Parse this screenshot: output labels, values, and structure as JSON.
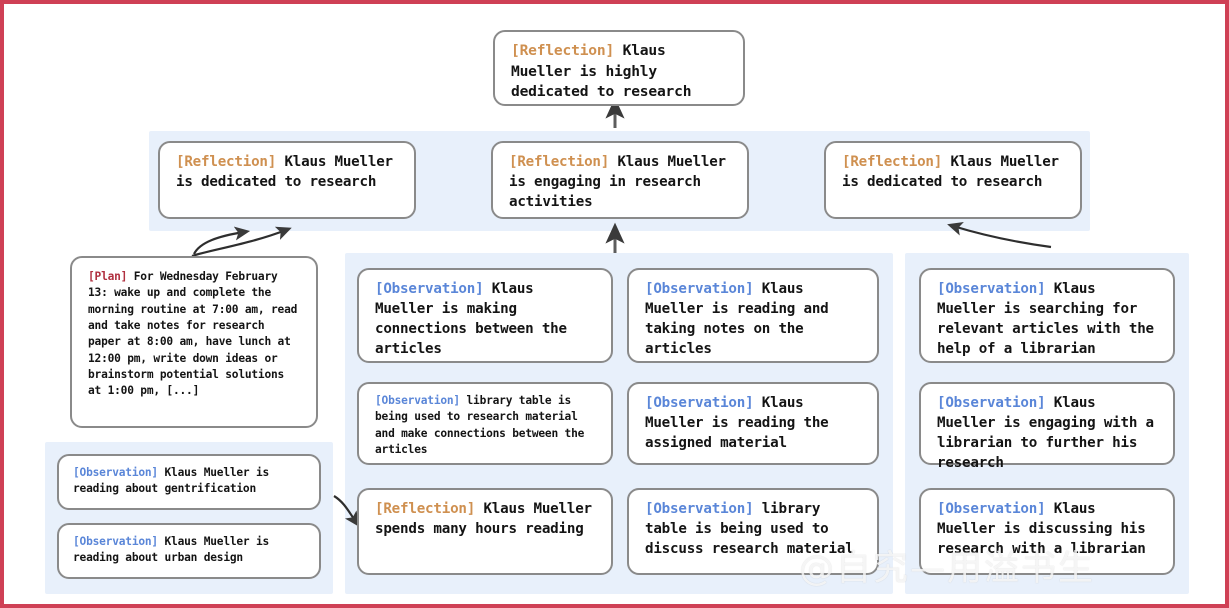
{
  "frame": {
    "border_color": "#cf4055",
    "background": "#ffffff"
  },
  "colors": {
    "panel_blue": "#e8f0fb",
    "card_border": "#8a8a8a",
    "reflection_tag": "#cf9050",
    "observation_tag": "#5a86d8",
    "plan_tag": "#b03040"
  },
  "tags": {
    "reflection": "[Reflection]",
    "observation": "[Observation]",
    "plan": "[Plan]"
  },
  "top": {
    "card": {
      "tag": "[Reflection]",
      "text": "Klaus Mueller is highly dedicated to research"
    }
  },
  "reflections_row": [
    {
      "tag": "[Reflection]",
      "text": "Klaus Mueller is dedicated to research"
    },
    {
      "tag": "[Reflection]",
      "text": "Klaus Mueller is engaging in research activities"
    },
    {
      "tag": "[Reflection]",
      "text": "Klaus Mueller is dedicated to research"
    }
  ],
  "plan_card": {
    "tag": "[Plan]",
    "text": "For Wednesday February 13: wake up and complete the morning routine at 7:00 am, read and take notes for research paper at 8:00 am, have lunch at 12:00 pm, write down ideas or brainstorm potential solutions at 1:00 pm, [...]"
  },
  "bottom_left_panel": [
    {
      "tag": "[Observation]",
      "text": "Klaus Mueller is reading about gentrification"
    },
    {
      "tag": "[Observation]",
      "text": "Klaus Mueller is reading about urban design"
    }
  ],
  "column_one": [
    {
      "tag": "[Observation]",
      "text": "Klaus Mueller is making connections between the articles"
    },
    {
      "tag": "[Observation]",
      "text": "library table is being used to research material and make connections between the articles"
    },
    {
      "tag": "[Reflection]",
      "text": "Klaus Mueller spends many hours reading"
    }
  ],
  "column_two": [
    {
      "tag": "[Observation]",
      "text": "Klaus Mueller is reading and taking notes on the articles"
    },
    {
      "tag": "[Observation]",
      "text": "Klaus Mueller is reading the assigned material"
    },
    {
      "tag": "[Observation]",
      "text": "library table is being used to discuss research material"
    }
  ],
  "column_three": [
    {
      "tag": "[Observation]",
      "text": "Klaus Mueller is searching for relevant articles with the help of a librarian"
    },
    {
      "tag": "[Observation]",
      "text": "Klaus Mueller is engaging with a librarian to further his research"
    },
    {
      "tag": "[Observation]",
      "text": "Klaus Mueller is discussing his research with a librarian"
    }
  ],
  "watermark": {
    "text": "@自究—用溢书生"
  }
}
